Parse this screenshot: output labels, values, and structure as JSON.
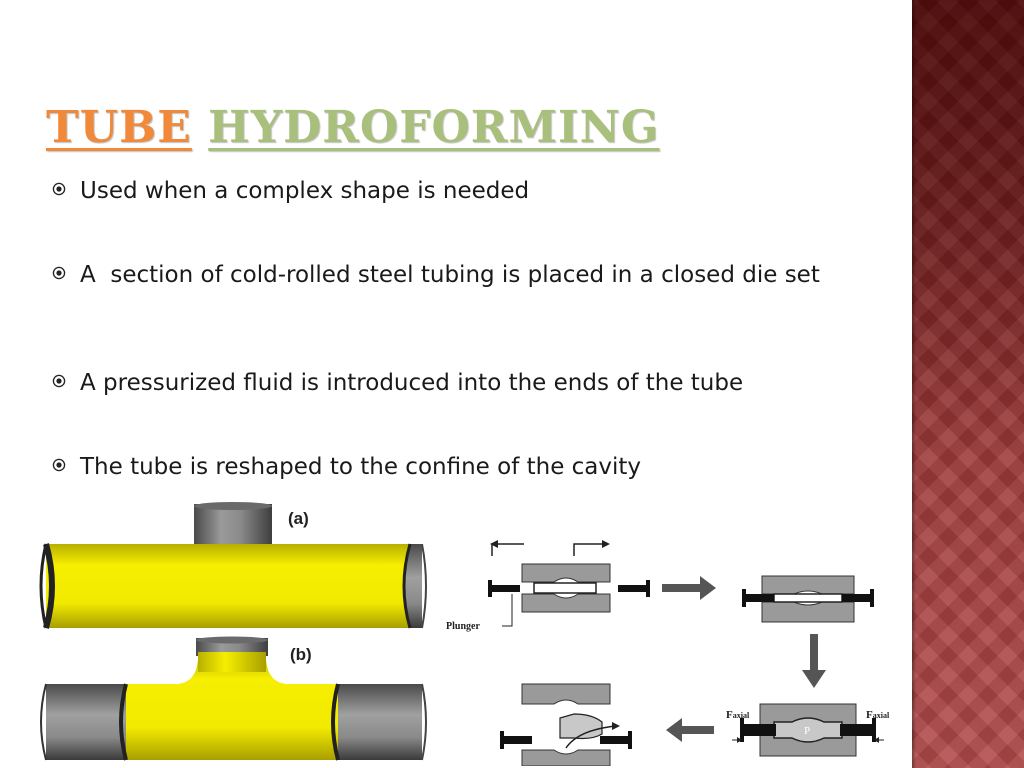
{
  "slide": {
    "title_word1": "TUBE",
    "title_word2": "HYDROFORMING",
    "bullets": [
      "Used when a complex shape is needed",
      "A  section of cold-rolled steel tubing is placed in a closed die set",
      "A pressurized fluid is introduced into the ends of the tube",
      "The tube is reshaped to the confine of the cavity"
    ],
    "colors": {
      "title_word1": "#f08a3a",
      "title_word2": "#a9bf7c",
      "tube_fill": "#f2ea00",
      "side_band": "#8b2a2a"
    }
  },
  "figure_left": {
    "label_a": "(a)",
    "label_b": "(b)"
  },
  "figure_right": {
    "plunger_label": "Plunger",
    "f_axial_left_main": "F",
    "f_axial_left_sub": "axial",
    "f_axial_right_main": "F",
    "f_axial_right_sub": "axial",
    "p_label": "P"
  }
}
